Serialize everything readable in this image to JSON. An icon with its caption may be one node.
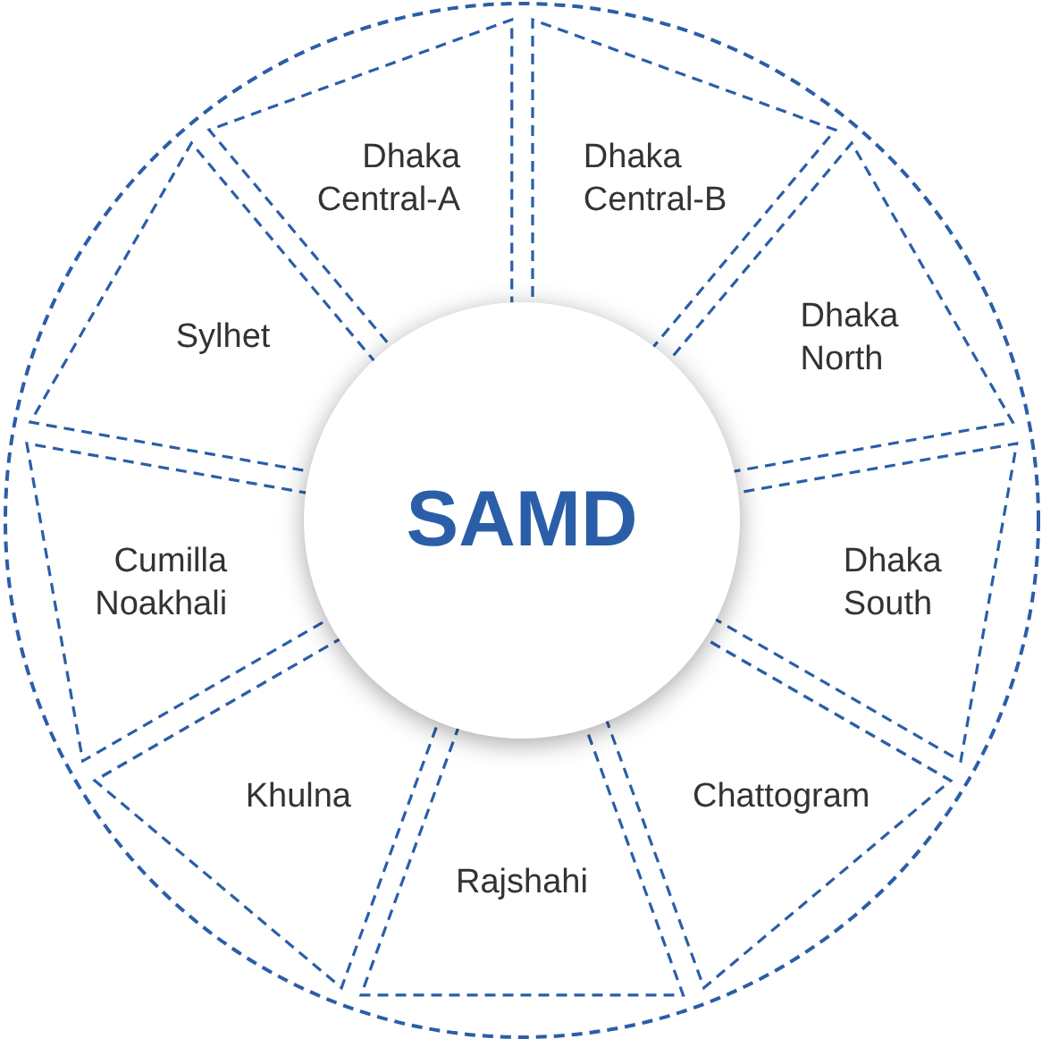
{
  "diagram": {
    "nodes": [
      {
        "text": [
          "SAMD"
        ]
      },
      {
        "text": [
          "Dhaka Central-A"
        ]
      },
      {
        "text": [
          "Dhaka Central-B"
        ]
      },
      {
        "text": [
          "Dhaka North"
        ]
      },
      {
        "text": [
          "Dhaka South"
        ]
      },
      {
        "text": [
          "Chattogram"
        ]
      },
      {
        "text": [
          "Rajshahi"
        ]
      },
      {
        "text": [
          "Khulna"
        ]
      },
      {
        "text": [
          "Cumilla Noakhali"
        ]
      },
      {
        "text": [
          "Sylhet"
        ]
      }
    ]
  }
}
